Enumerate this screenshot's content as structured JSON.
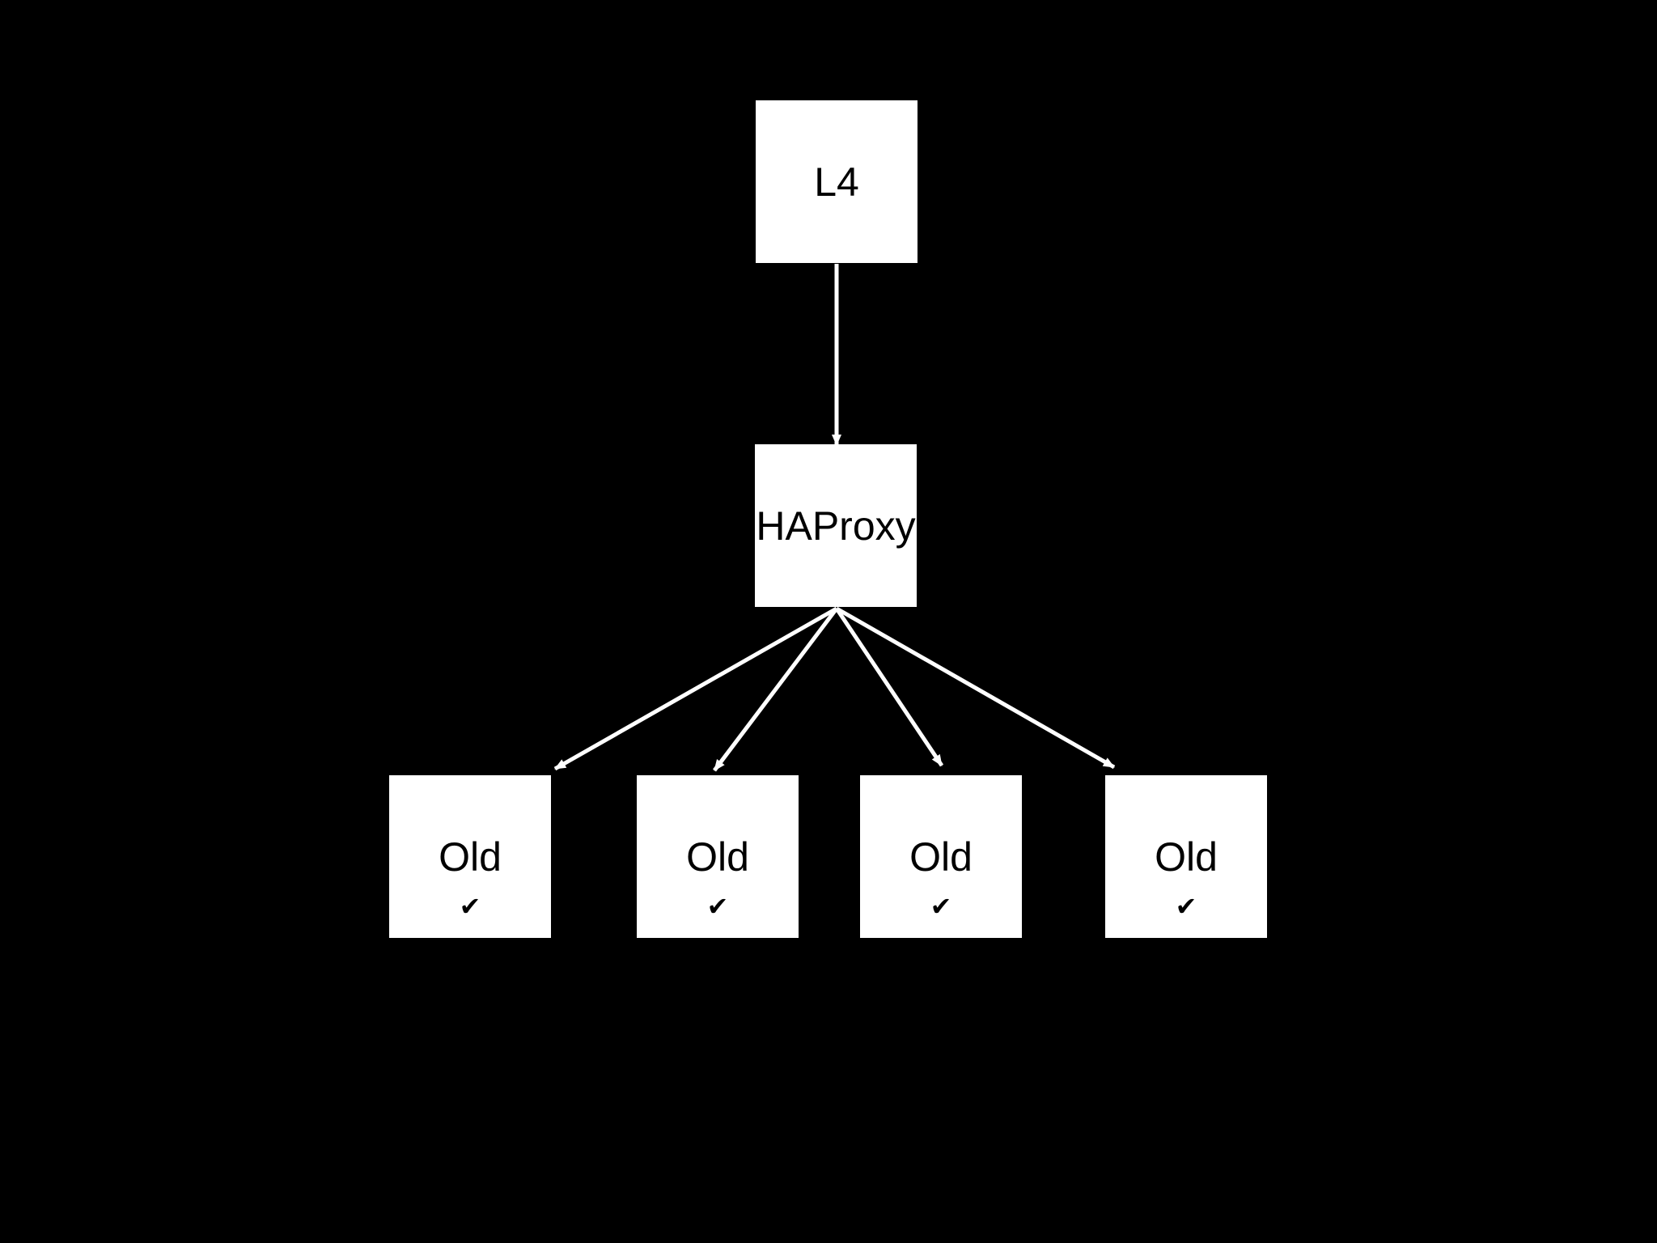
{
  "colors": {
    "background": "#000000",
    "node_fill": "#ffffff",
    "node_text": "#000000",
    "arrow": "#ffffff"
  },
  "nodes": {
    "l4": {
      "label": "L4"
    },
    "haproxy": {
      "label": "HAProxy"
    },
    "servers": [
      {
        "label": "Old",
        "status_icon": "✔"
      },
      {
        "label": "Old",
        "status_icon": "✔"
      },
      {
        "label": "Old",
        "status_icon": "✔"
      },
      {
        "label": "Old",
        "status_icon": "✔"
      }
    ]
  },
  "edges": [
    {
      "from": "l4",
      "to": "haproxy"
    },
    {
      "from": "haproxy",
      "to": "old-1"
    },
    {
      "from": "haproxy",
      "to": "old-2"
    },
    {
      "from": "haproxy",
      "to": "old-3"
    },
    {
      "from": "haproxy",
      "to": "old-4"
    }
  ]
}
